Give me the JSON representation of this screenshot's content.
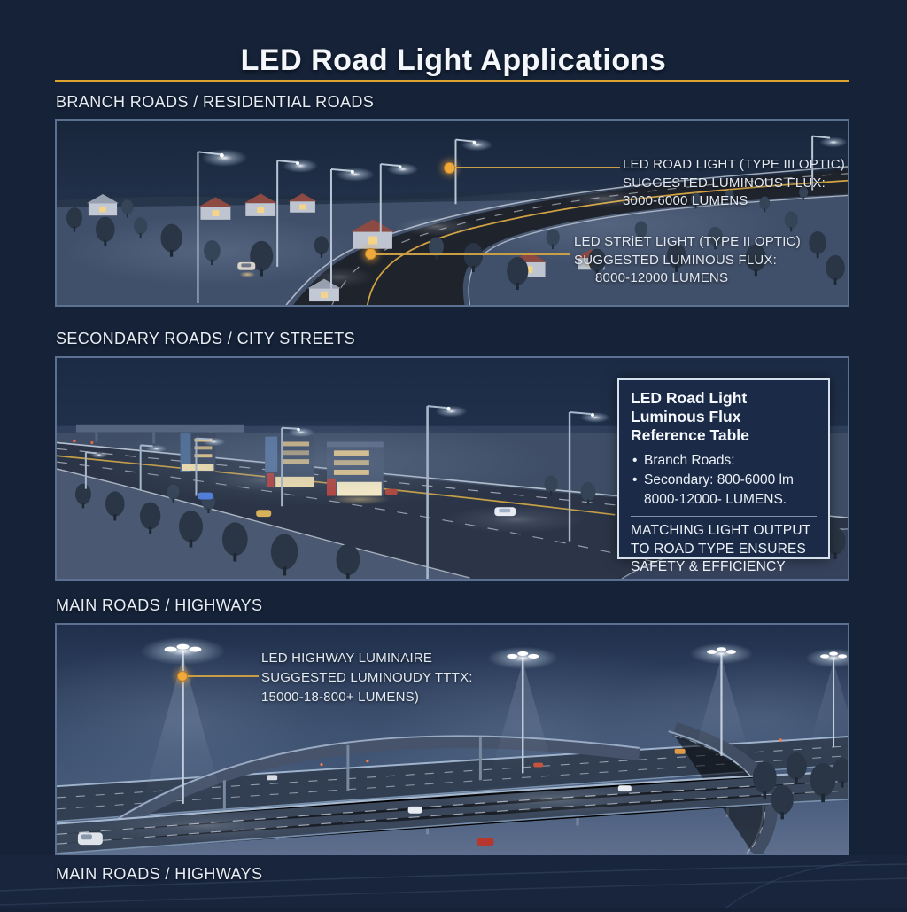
{
  "header": {
    "title": "LED Road Light Applications"
  },
  "sections": {
    "branch": {
      "label": "BRANCH ROADS / RESIDENTIAL ROADS",
      "road_light_annotation": {
        "line1": "LED ROAD LIGHT (TYPE III OPTIC)",
        "line2": "SUGGESTED LUMINOUS FLUX:",
        "line3": "3000-6000 LUMENS"
      },
      "street_light_annotation": {
        "line1": "LED STRiET LIGHT (TYPE II OPTIC)",
        "line2": "SUGGESTED LUMINOUS FLUX:",
        "line3": "8000-12000 LUMENS"
      }
    },
    "secondary": {
      "label": "SECONDARY ROADS / CITY STREETS",
      "reference_table": {
        "title": "LED Road Light Luminous Flux Reference Table",
        "bullet1": "Branch Roads:",
        "bullet2": "Secondary: 800-6000 lm",
        "bullet3": "8000-12000- LUMENS.",
        "footer": "MATCHING LIGHT OUTPUT TO ROAD TYPE ENSURES SAFETY & EFFICIENCY"
      }
    },
    "main": {
      "label": "MAIN ROADS / HIGHWAYS",
      "highway_annotation": {
        "line1": "LED HIGHWAY LUMINAIRE",
        "line2": "SUGGESTED LUMINOUDY TTTX:",
        "line3": "15000-18-800+ LUMENS)"
      }
    }
  },
  "footer": {
    "label": "MAIN ROADS / HIGHWAYS"
  },
  "colors": {
    "accent_gold": "#DFA32F",
    "callout_gold": "#F2A93B",
    "background_navy": "#152238",
    "panel_border_blue": "#5C7191",
    "table_border": "#D6E0EC"
  }
}
